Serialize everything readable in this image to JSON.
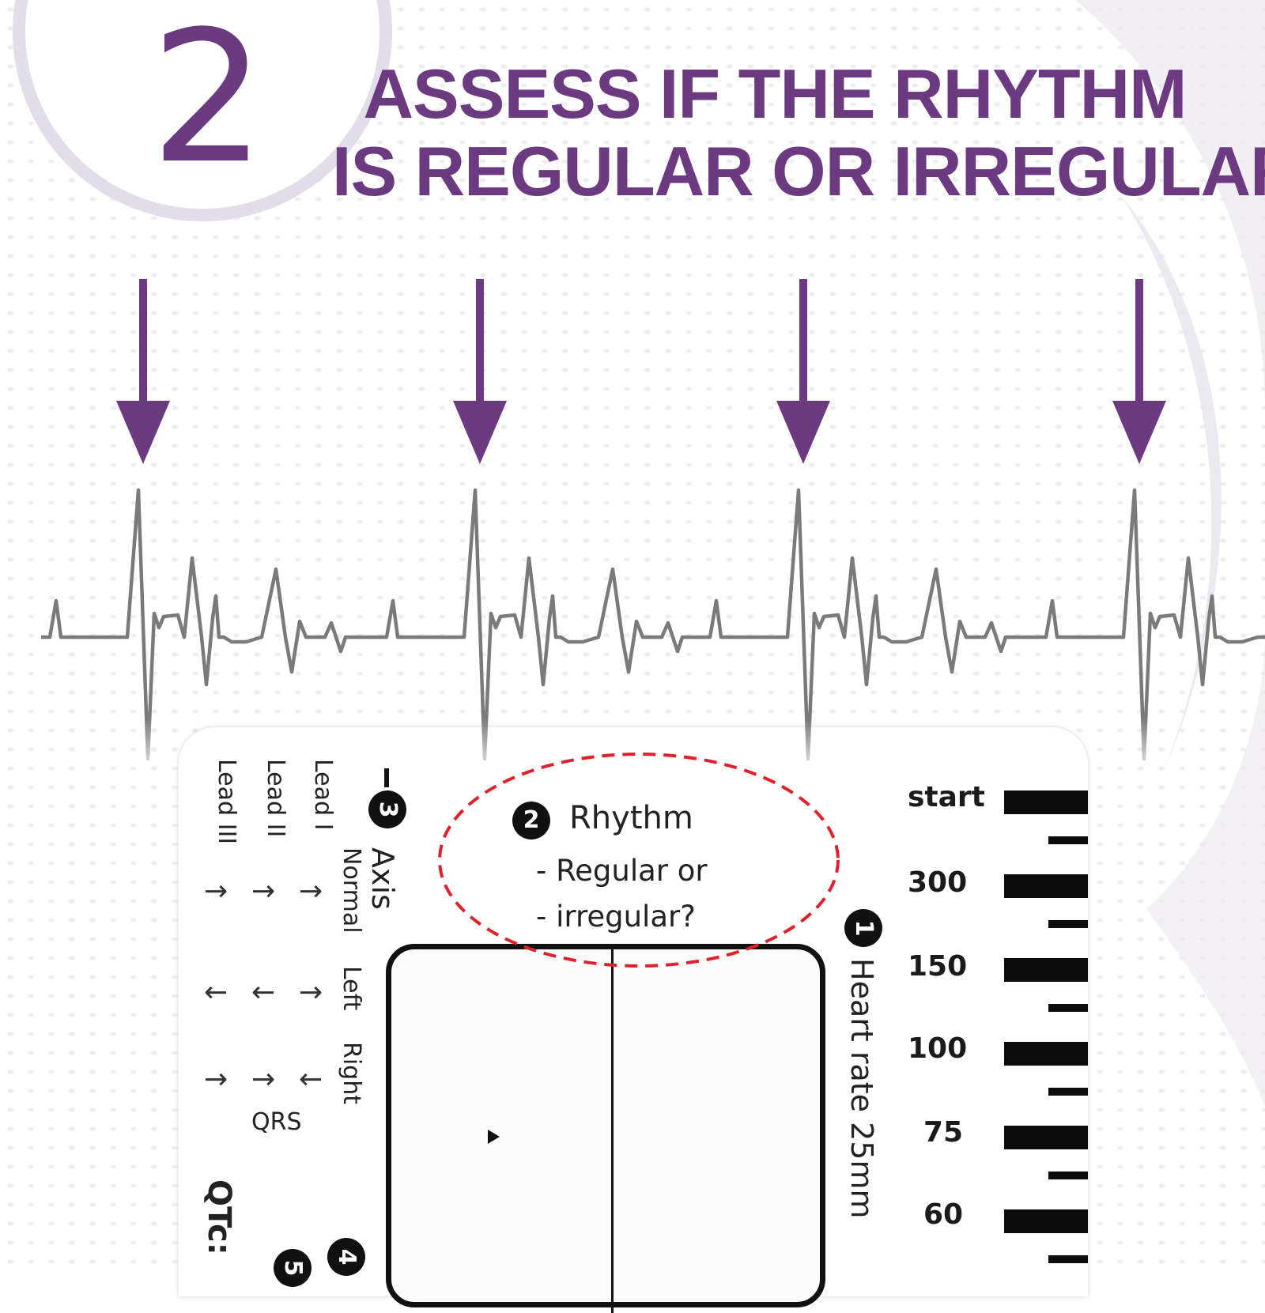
{
  "step": {
    "number": "2"
  },
  "headline": {
    "line1": "ASSESS IF THE RHYTHM",
    "line2": "IS REGULAR OR IRREGULAR"
  },
  "colors": {
    "brand_purple": "#6b3a80",
    "circle_ring": "#e2dde9",
    "ecg_trace": "#7a7a7a",
    "highlight_dashed": "#e0202a"
  },
  "icons": {
    "beat_marker": "arrow-down-icon",
    "play_marker": "triangle-right-icon"
  },
  "card": {
    "leads": [
      "Lead I",
      "Lead II",
      "Lead III"
    ],
    "axis": {
      "badge": "3",
      "title": "Axis",
      "columns": [
        "Normal",
        "Left",
        "Right"
      ],
      "normal_arrows": [
        "→",
        "→",
        "→"
      ],
      "left_arrows": [
        "→",
        "←",
        "←"
      ],
      "right_arrows": [
        "←",
        "→",
        "→"
      ],
      "qrs_label": "QRS"
    },
    "rhythm": {
      "badge": "2",
      "title": "Rhythm",
      "line1": "- Regular or",
      "line2": "- irregular?"
    },
    "heart_rate": {
      "badge": "1",
      "label": "Heart rate 25mm"
    },
    "scale": [
      "start",
      "300",
      "150",
      "100",
      "75",
      "60"
    ],
    "qtc": {
      "label": "QTc:"
    },
    "partial_badges": [
      "4",
      "5"
    ]
  }
}
